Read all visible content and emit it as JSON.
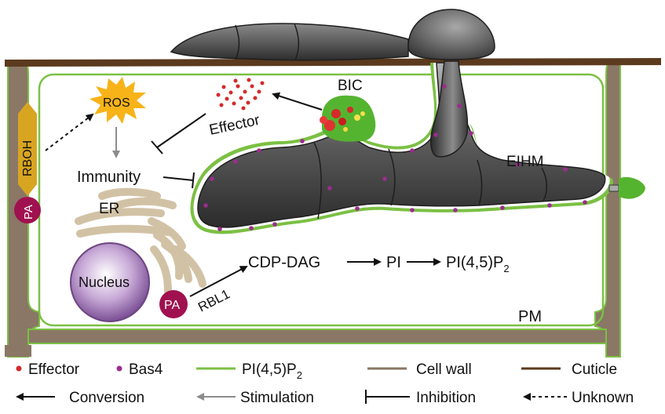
{
  "colors": {
    "cuticle": "#5b3a1e",
    "cell_wall": "#8a7766",
    "pm": "#7bc043",
    "hypha_dark": "#3a3a3a",
    "hypha_light": "#9a9a9a",
    "ros": "#f7b318",
    "rboh": "#d8a521",
    "pa": "#a0114f",
    "er": "#d2c2a5",
    "nucleus": "#8f67a8",
    "bic": "#55b42f",
    "effector": "#d42a2a",
    "bas4": "#9b2c8e"
  },
  "labels": {
    "ros": "ROS",
    "rboh": "RBOH",
    "pa_left": "PA",
    "effector": "Effector",
    "bic": "BIC",
    "immunity": "Immunity",
    "eihm": "EIHM",
    "er": "ER",
    "nucleus": "Nucleus",
    "pa_er": "PA",
    "rbl1": "RBL1",
    "cdp_dag": "CDP-DAG",
    "pi": "PI",
    "pip2_main": "PI(4,5)P",
    "pip2_sub": "2",
    "pm": "PM"
  },
  "legend": {
    "effector": "Effector",
    "bas4": "Bas4",
    "pip2_main": "PI(4,5)P",
    "pip2_sub": "2",
    "cell_wall": "Cell wall",
    "cuticle": "Cuticle",
    "conversion": "Conversion",
    "stimulation": "Stimulation",
    "inhibition": "Inhibition",
    "unknown": "Unknown"
  }
}
